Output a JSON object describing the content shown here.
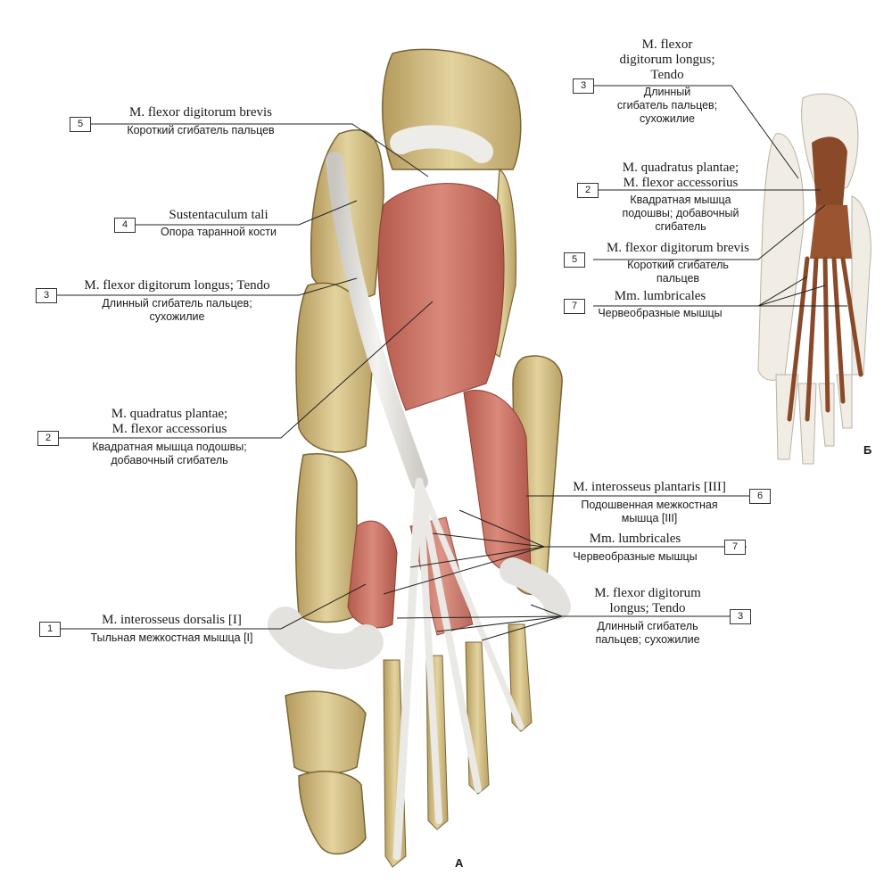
{
  "panels": {
    "main": "А",
    "inset": "Б"
  },
  "colors": {
    "bone": "#d8c58e",
    "muscle": "#c8685a",
    "tendon": "#e8e6e2",
    "inset_muscle": "#8a4a2a"
  },
  "labels": [
    {
      "id": "flexor-digitorum-brevis",
      "num": "5",
      "latin": [
        "M. flexor digitorum brevis"
      ],
      "russian": [
        "Короткий сгибатель пальцев"
      ]
    },
    {
      "id": "sustentaculum-tali",
      "num": "4",
      "latin": [
        "Sustentaculum tali"
      ],
      "russian": [
        "Опора таранной кости"
      ]
    },
    {
      "id": "flexor-digitorum-longus-tendo",
      "num": "3",
      "latin": [
        "M. flexor digitorum longus; Tendo"
      ],
      "russian": [
        "Длинный сгибатель пальцев;",
        "сухожилие"
      ]
    },
    {
      "id": "quadratus-plantae",
      "num": "2",
      "latin": [
        "M. quadratus plantae;",
        "M. flexor accessorius"
      ],
      "russian": [
        "Квадратная мышца подошвы;",
        "добавочный сгибатель"
      ]
    },
    {
      "id": "interosseus-dorsalis",
      "num": "1",
      "latin": [
        "M. interosseus dorsalis [I]"
      ],
      "russian": [
        "Тыльная межкостная мышца [I]"
      ]
    },
    {
      "id": "interosseus-plantaris",
      "num": "6",
      "latin": [
        "M. interosseus plantaris [III]"
      ],
      "russian": [
        "Подошвенная межкостная",
        "мышца [III]"
      ]
    },
    {
      "id": "lumbricales",
      "num": "7",
      "latin": [
        "Mm. lumbricales"
      ],
      "russian": [
        "Червеобразные мышцы"
      ]
    },
    {
      "id": "flexor-digitorum-longus-tendo-right",
      "num": "3",
      "latin": [
        "M. flexor digitorum",
        "longus; Tendo"
      ],
      "russian": [
        "Длинный сгибатель",
        "пальцев; сухожилие"
      ]
    }
  ],
  "inset_labels": [
    {
      "id": "inset-flexor-digitorum-longus",
      "num": "3",
      "latin": [
        "M. flexor",
        "digitorum longus;",
        "Tendo"
      ],
      "russian": [
        "Длинный",
        "сгибатель пальцев;",
        "сухожилие"
      ]
    },
    {
      "id": "inset-quadratus-plantae",
      "num": "2",
      "latin": [
        "M. quadratus plantae;",
        "M. flexor accessorius"
      ],
      "russian": [
        "Квадратная мышца",
        "подошвы; добавочный",
        "сгибатель"
      ]
    },
    {
      "id": "inset-flexor-digitorum-brevis",
      "num": "5",
      "latin": [
        "M. flexor digitorum brevis"
      ],
      "russian": [
        "Короткий сгибатель",
        "пальцев"
      ]
    },
    {
      "id": "inset-lumbricales",
      "num": "7",
      "latin": [
        "Mm. lumbricales"
      ],
      "russian": [
        "Червеобразные мышцы"
      ]
    }
  ]
}
